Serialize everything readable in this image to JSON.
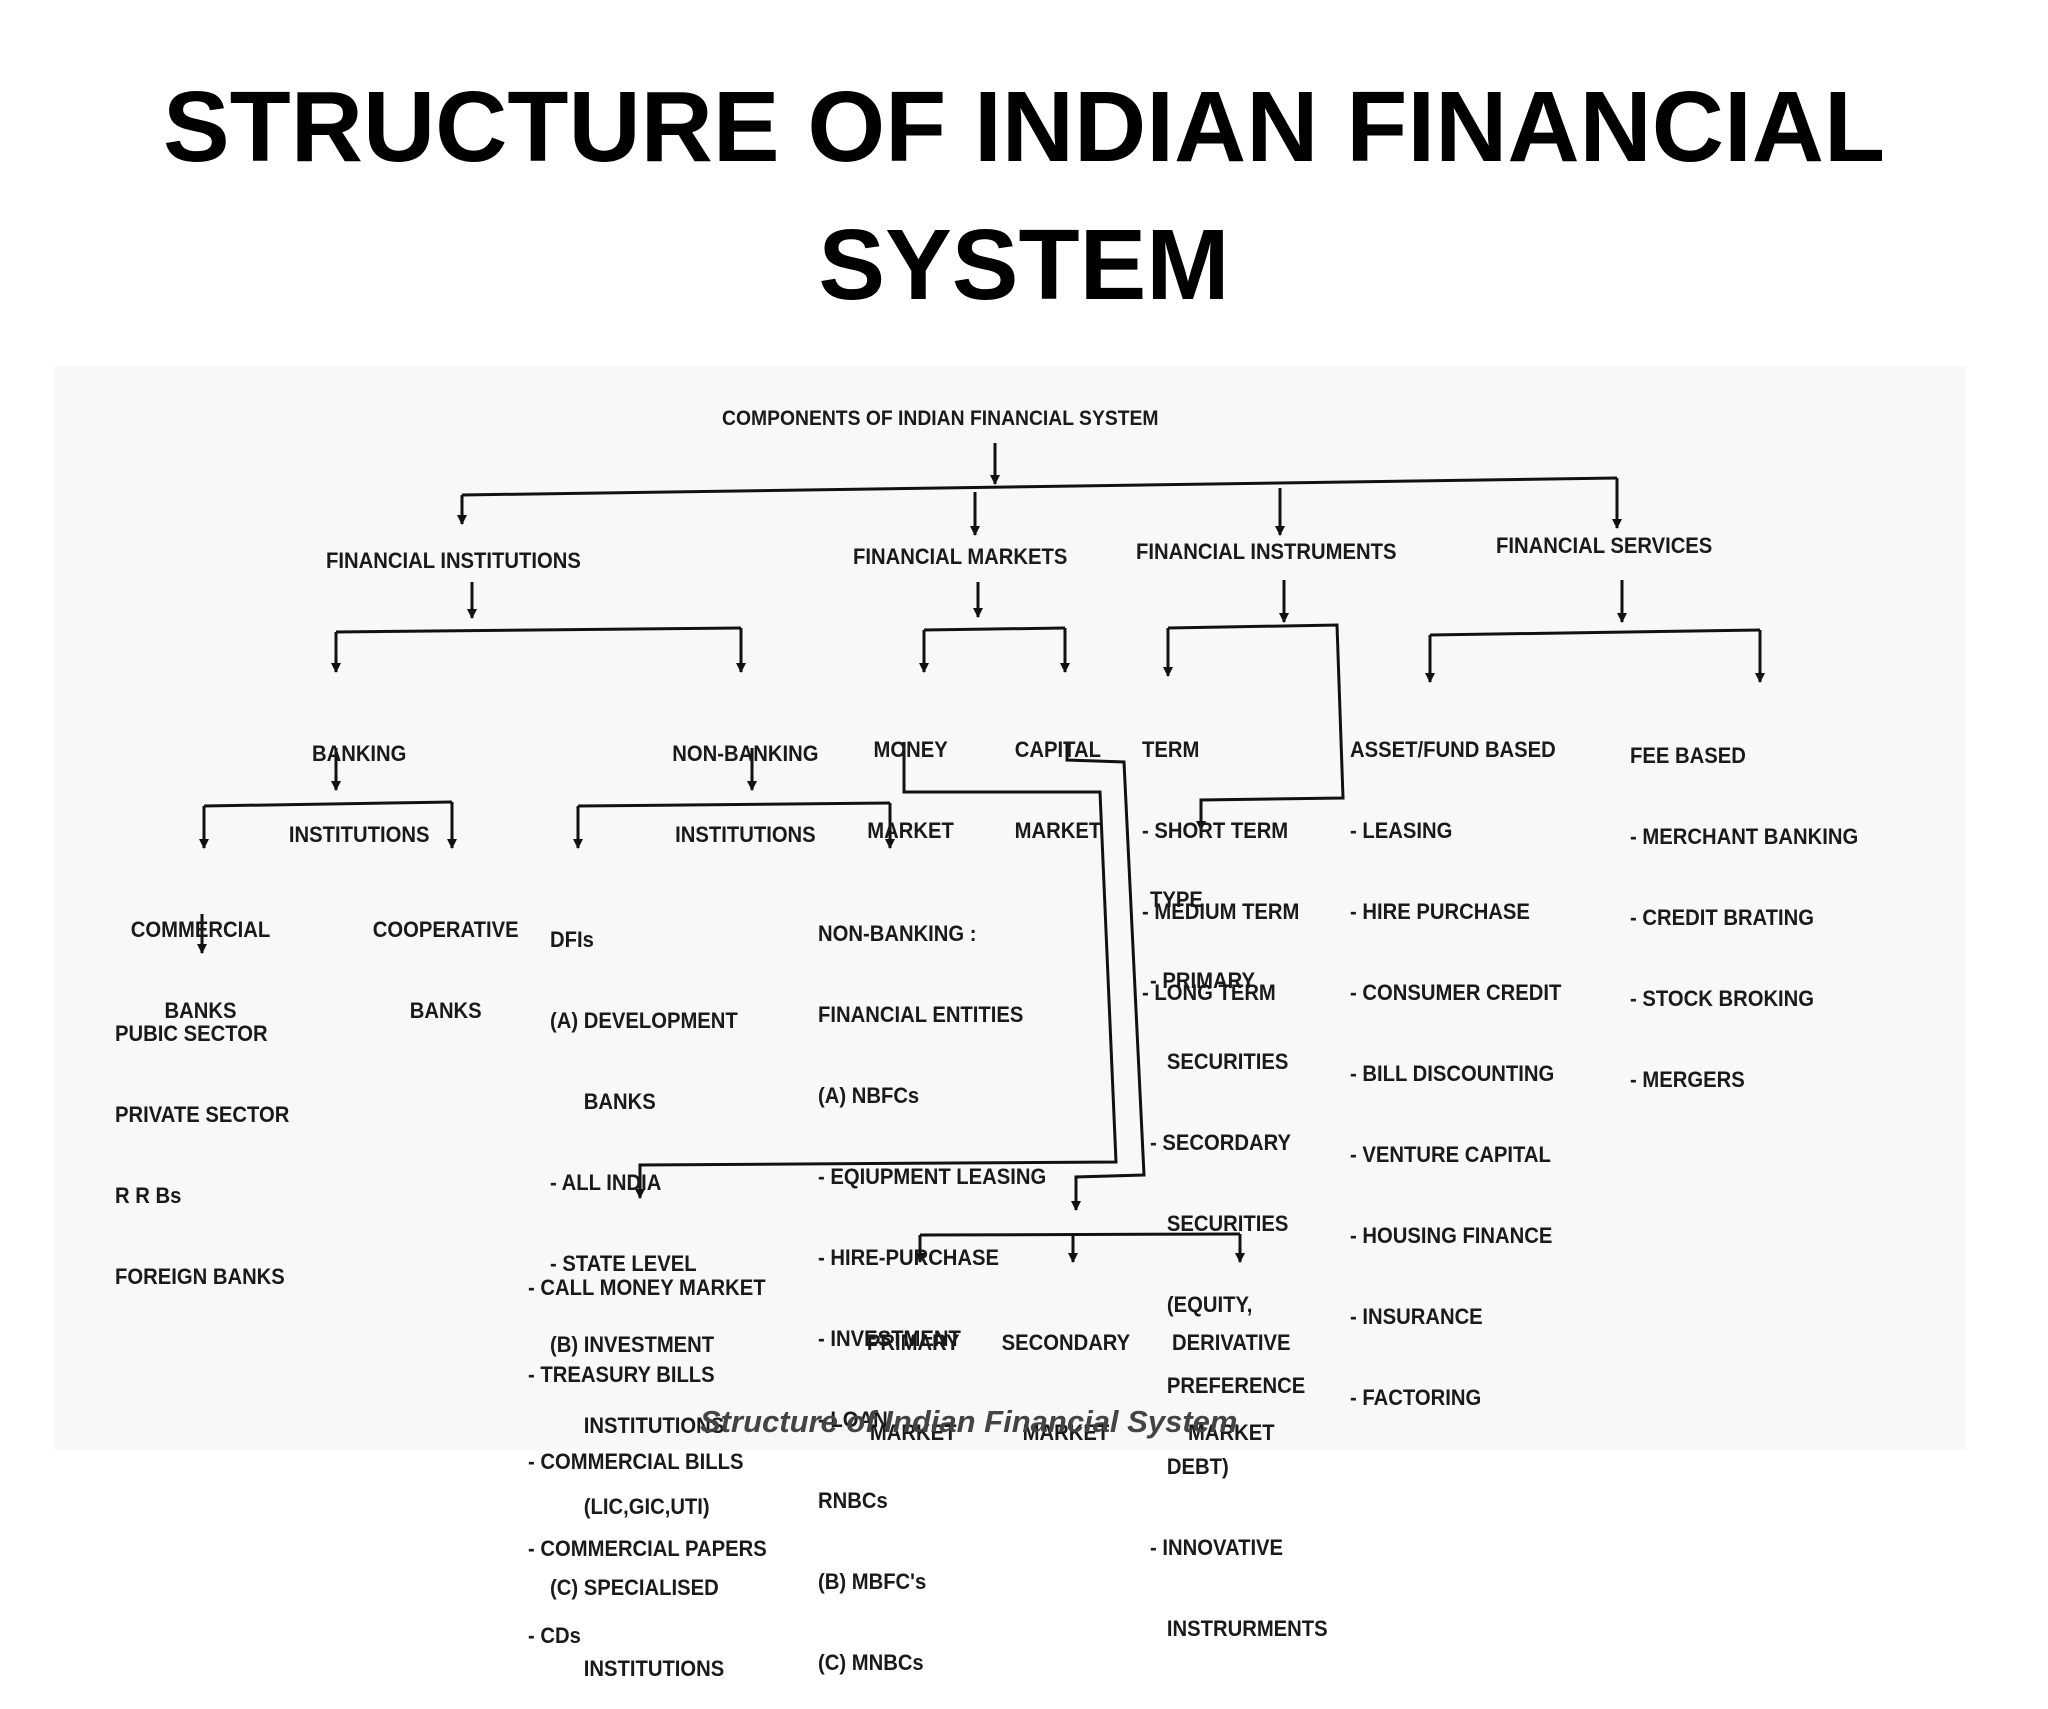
{
  "slide": {
    "title_line1": "STRUCTURE OF INDIAN FINANCIAL",
    "title_line2": "SYSTEM"
  },
  "diagram": {
    "root": "COMPONENTS OF INDIAN FINANCIAL SYSTEM",
    "categories": {
      "institutions": "FINANCIAL INSTITUTIONS",
      "markets": "FINANCIAL MARKETS",
      "instruments": "FINANCIAL INSTRUMENTS",
      "services": "FINANCIAL SERVICES"
    },
    "banking": {
      "title": [
        "BANKING",
        "INSTITUTIONS"
      ],
      "commercial": [
        "COMMERCIAL",
        "BANKS"
      ],
      "cooperative": [
        "COOPERATIVE",
        "BANKS"
      ],
      "commercial_types": [
        "PUBIC SECTOR",
        "PRIVATE SECTOR",
        "R R Bs",
        "FOREIGN BANKS"
      ]
    },
    "non_banking": {
      "title": [
        "NON-BANKING",
        "INSTITUTIONS"
      ],
      "dfis": [
        "DFIs",
        "(A) DEVELOPMENT",
        "      BANKS",
        "- ALL INDIA",
        "- STATE LEVEL",
        "(B) INVESTMENT",
        "      INSTITUTIONS",
        "      (LIC,GIC,UTI)",
        "(C) SPECIALISED",
        "      INSTITUTIONS"
      ],
      "entities": [
        "NON-BANKING :",
        "FINANCIAL ENTITIES",
        "(A) NBFCs",
        "- EQIUPMENT LEASING",
        "- HIRE-PURCHASE",
        "- INVESTMENT",
        "- LOAN",
        "RNBCs",
        "(B) MBFC's",
        "(C) MNBCs"
      ]
    },
    "markets": {
      "money": [
        "MONEY",
        "MARKET"
      ],
      "capital": [
        "CAPITAL",
        "MARKET"
      ],
      "money_list": [
        "- CALL MONEY MARKET",
        "- TREASURY BILLS",
        "- COMMERCIAL BILLS",
        "- COMMERCIAL PAPERS",
        "- CDs"
      ],
      "primary": [
        "PRIMARY",
        "MARKET"
      ],
      "secondary": [
        "SECONDARY",
        "MARKET"
      ],
      "derivative": [
        "DERIVATIVE",
        "MARKET"
      ]
    },
    "instruments": {
      "term": [
        "TERM",
        "- SHORT TERM",
        "- MEDIUM TERM",
        "- LONG TERM"
      ],
      "type": [
        "TYPE",
        "- PRIMARY",
        "   SECURITIES",
        "- SECORDARY",
        "   SECURITIES",
        "   (EQUITY,",
        "   PREFERENCE",
        "   DEBT)",
        "- INNOVATIVE",
        "   INSTRURMENTS"
      ]
    },
    "services": {
      "asset": [
        "ASSET/FUND BASED",
        "- LEASING",
        "- HIRE PURCHASE",
        "- CONSUMER CREDIT",
        "- BILL DISCOUNTING",
        "- VENTURE CAPITAL",
        "- HOUSING FINANCE",
        "- INSURANCE",
        "- FACTORING"
      ],
      "fee": [
        "FEE BASED",
        "- MERCHANT BANKING",
        "- CREDIT BRATING",
        "- STOCK BROKING",
        "- MERGERS"
      ]
    },
    "caption": "Structure of Indian Financial System"
  }
}
